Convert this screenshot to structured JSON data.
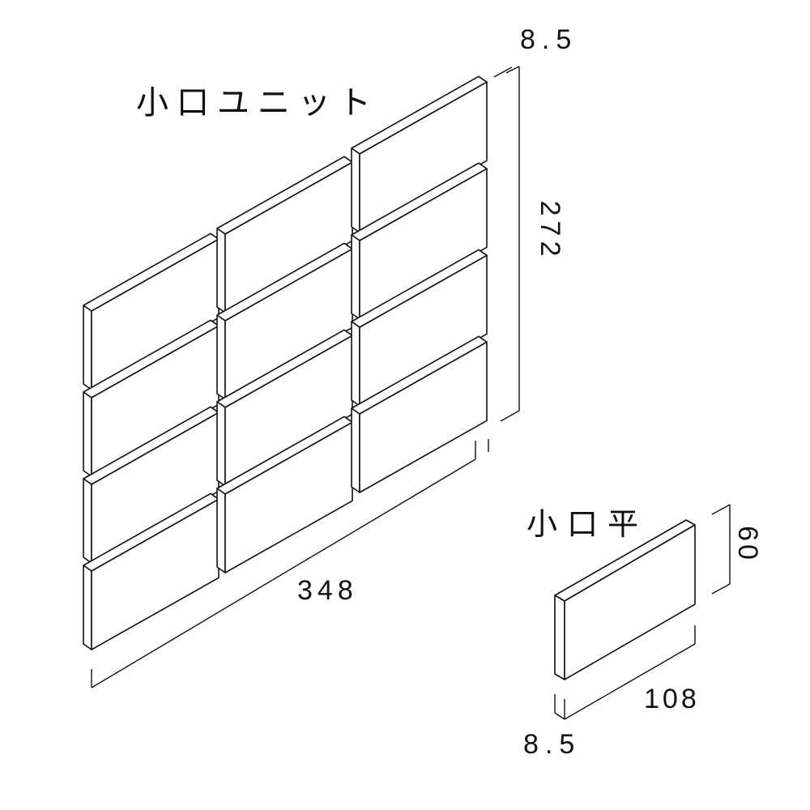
{
  "unit_panel": {
    "title": "小口ユニット",
    "dim_width": "348",
    "dim_height": "272",
    "dim_thickness": "8.5"
  },
  "single_tile": {
    "title": "小口平",
    "dim_width": "108",
    "dim_height": "60",
    "dim_thickness": "8.5"
  },
  "colors": {
    "line": "#111111",
    "background": "#ffffff"
  }
}
